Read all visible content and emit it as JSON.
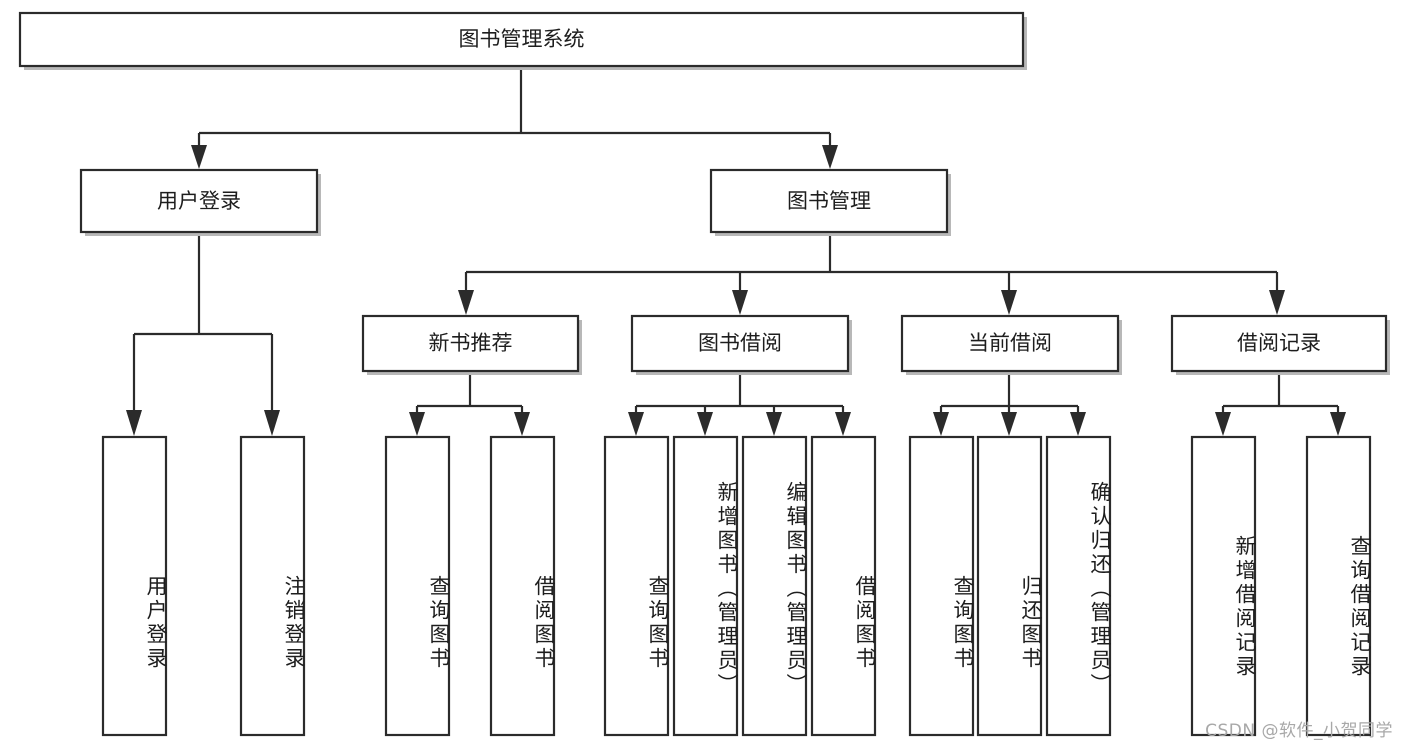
{
  "diagram": {
    "type": "tree",
    "title": "图书管理系统",
    "orientation": "top-down",
    "colors": {
      "box_border": "#2b2b2b",
      "box_fill": "#ffffff",
      "connector": "#2b2b2b",
      "background": "#ffffff",
      "watermark": "#a8a8a8"
    },
    "nodes": {
      "root": {
        "label": "图书管理系统",
        "level": 0,
        "orient": "horizontal"
      },
      "l1": [
        {
          "label": "用户登录",
          "orient": "horizontal"
        },
        {
          "label": "图书管理",
          "orient": "horizontal"
        }
      ],
      "l2": [
        {
          "label": "新书推荐",
          "orient": "horizontal"
        },
        {
          "label": "图书借阅",
          "orient": "horizontal"
        },
        {
          "label": "当前借阅",
          "orient": "horizontal"
        },
        {
          "label": "借阅记录",
          "orient": "horizontal"
        }
      ],
      "leaves_user_login": [
        {
          "label": "用户登录",
          "orient": "vertical"
        },
        {
          "label": "注销登录",
          "orient": "vertical"
        }
      ],
      "leaves_new_book": [
        {
          "label": "查询图书",
          "orient": "vertical"
        },
        {
          "label": "借阅图书",
          "orient": "vertical"
        }
      ],
      "leaves_book_borrow": [
        {
          "label": "查询图书",
          "orient": "vertical"
        },
        {
          "label": "新增图书（管理员）",
          "orient": "vertical"
        },
        {
          "label": "编辑图书（管理员）",
          "orient": "vertical"
        },
        {
          "label": "借阅图书",
          "orient": "vertical"
        }
      ],
      "leaves_current_borrow": [
        {
          "label": "查询图书",
          "orient": "vertical"
        },
        {
          "label": "归还图书",
          "orient": "vertical"
        },
        {
          "label": "确认归还（管理员）",
          "orient": "vertical"
        }
      ],
      "leaves_borrow_record": [
        {
          "label": "新增借阅记录",
          "orient": "vertical"
        },
        {
          "label": "查询借阅记录",
          "orient": "vertical"
        }
      ]
    },
    "edges": [
      {
        "from": "图书管理系统",
        "to": "用户登录"
      },
      {
        "from": "图书管理系统",
        "to": "图书管理"
      },
      {
        "from": "用户登录",
        "to": "用户登录"
      },
      {
        "from": "用户登录",
        "to": "注销登录"
      },
      {
        "from": "图书管理",
        "to": "新书推荐"
      },
      {
        "from": "图书管理",
        "to": "图书借阅"
      },
      {
        "from": "图书管理",
        "to": "当前借阅"
      },
      {
        "from": "图书管理",
        "to": "借阅记录"
      },
      {
        "from": "新书推荐",
        "to": "查询图书"
      },
      {
        "from": "新书推荐",
        "to": "借阅图书"
      },
      {
        "from": "图书借阅",
        "to": "查询图书"
      },
      {
        "from": "图书借阅",
        "to": "新增图书（管理员）"
      },
      {
        "from": "图书借阅",
        "to": "编辑图书（管理员）"
      },
      {
        "from": "图书借阅",
        "to": "借阅图书"
      },
      {
        "from": "当前借阅",
        "to": "查询图书"
      },
      {
        "from": "当前借阅",
        "to": "归还图书"
      },
      {
        "from": "当前借阅",
        "to": "确认归还（管理员）"
      },
      {
        "from": "借阅记录",
        "to": "新增借阅记录"
      },
      {
        "from": "借阅记录",
        "to": "查询借阅记录"
      }
    ]
  },
  "watermark": {
    "text": "CSDN @软件_小贺同学"
  }
}
